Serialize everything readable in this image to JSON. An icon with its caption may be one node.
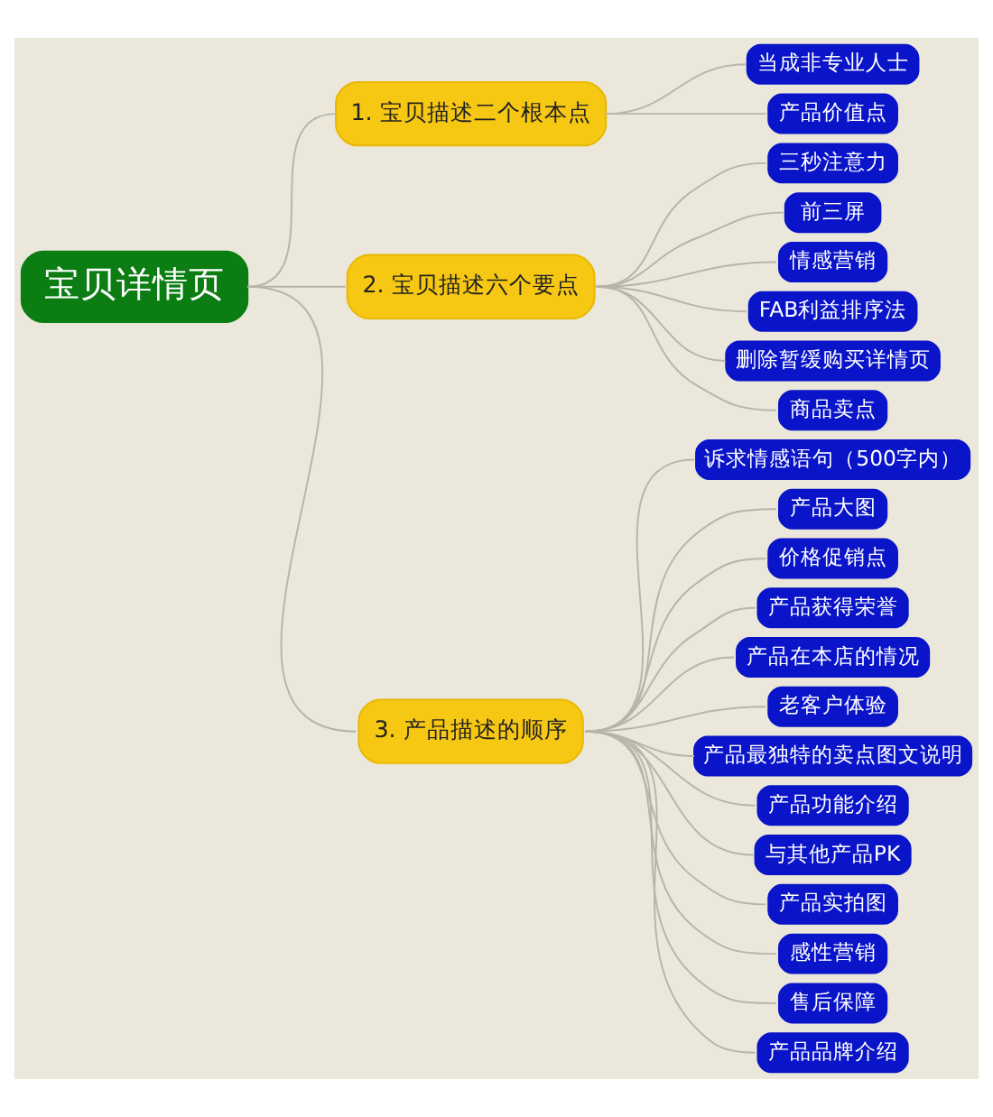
{
  "diagram": {
    "nodes": [
      {
        "text": [
          "宝贝详情页"
        ]
      },
      {
        "text": [
          "1. 宝贝描述二个根本点"
        ]
      },
      {
        "text": [
          "当成非专业人士"
        ]
      },
      {
        "text": [
          "产品价值点"
        ]
      },
      {
        "text": [
          "2. 宝贝描述六个要点"
        ]
      },
      {
        "text": [
          "三秒注意力"
        ]
      },
      {
        "text": [
          "前三屏"
        ]
      },
      {
        "text": [
          "情感营销"
        ]
      },
      {
        "text": [
          "FAB利益排序法"
        ]
      },
      {
        "text": [
          "删除暂缓购买详情页"
        ]
      },
      {
        "text": [
          "商品卖点"
        ]
      },
      {
        "text": [
          "3. 产品描述的顺序"
        ]
      },
      {
        "text": [
          "诉求情感语句（500字内）"
        ]
      },
      {
        "text": [
          "产品大图"
        ]
      },
      {
        "text": [
          "价格促销点"
        ]
      },
      {
        "text": [
          "产品获得荣誉"
        ]
      },
      {
        "text": [
          "产品在本店的情况"
        ]
      },
      {
        "text": [
          "老客户体验"
        ]
      },
      {
        "text": [
          "产品最独特的卖点图文说明"
        ]
      },
      {
        "text": [
          "产品功能介绍"
        ]
      },
      {
        "text": [
          "与其他产品PK"
        ]
      },
      {
        "text": [
          "产品实拍图"
        ]
      },
      {
        "text": [
          "感性营销"
        ]
      },
      {
        "text": [
          "售后保障"
        ]
      },
      {
        "text": [
          "产品品牌介绍"
        ]
      }
    ],
    "edges": [
      {
        "from": 0,
        "to": 1,
        "arrow": "none"
      },
      {
        "from": 0,
        "to": 4,
        "arrow": "none"
      },
      {
        "from": 0,
        "to": 11,
        "arrow": "none"
      },
      {
        "from": 1,
        "to": 2,
        "arrow": "none"
      },
      {
        "from": 1,
        "to": 3,
        "arrow": "none"
      },
      {
        "from": 4,
        "to": 5,
        "arrow": "none"
      },
      {
        "from": 4,
        "to": 6,
        "arrow": "none"
      },
      {
        "from": 4,
        "to": 7,
        "arrow": "none"
      },
      {
        "from": 4,
        "to": 8,
        "arrow": "none"
      },
      {
        "from": 4,
        "to": 9,
        "arrow": "none"
      },
      {
        "from": 4,
        "to": 10,
        "arrow": "none"
      },
      {
        "from": 11,
        "to": 12,
        "arrow": "none"
      },
      {
        "from": 11,
        "to": 13,
        "arrow": "none"
      },
      {
        "from": 11,
        "to": 14,
        "arrow": "none"
      },
      {
        "from": 11,
        "to": 15,
        "arrow": "none"
      },
      {
        "from": 11,
        "to": 16,
        "arrow": "none"
      },
      {
        "from": 11,
        "to": 17,
        "arrow": "none"
      },
      {
        "from": 11,
        "to": 18,
        "arrow": "none"
      },
      {
        "from": 11,
        "to": 19,
        "arrow": "none"
      },
      {
        "from": 11,
        "to": 20,
        "arrow": "none"
      },
      {
        "from": 11,
        "to": 21,
        "arrow": "none"
      },
      {
        "from": 11,
        "to": 22,
        "arrow": "none"
      },
      {
        "from": 11,
        "to": 23,
        "arrow": "none"
      },
      {
        "from": 11,
        "to": 24,
        "arrow": "none"
      }
    ]
  }
}
